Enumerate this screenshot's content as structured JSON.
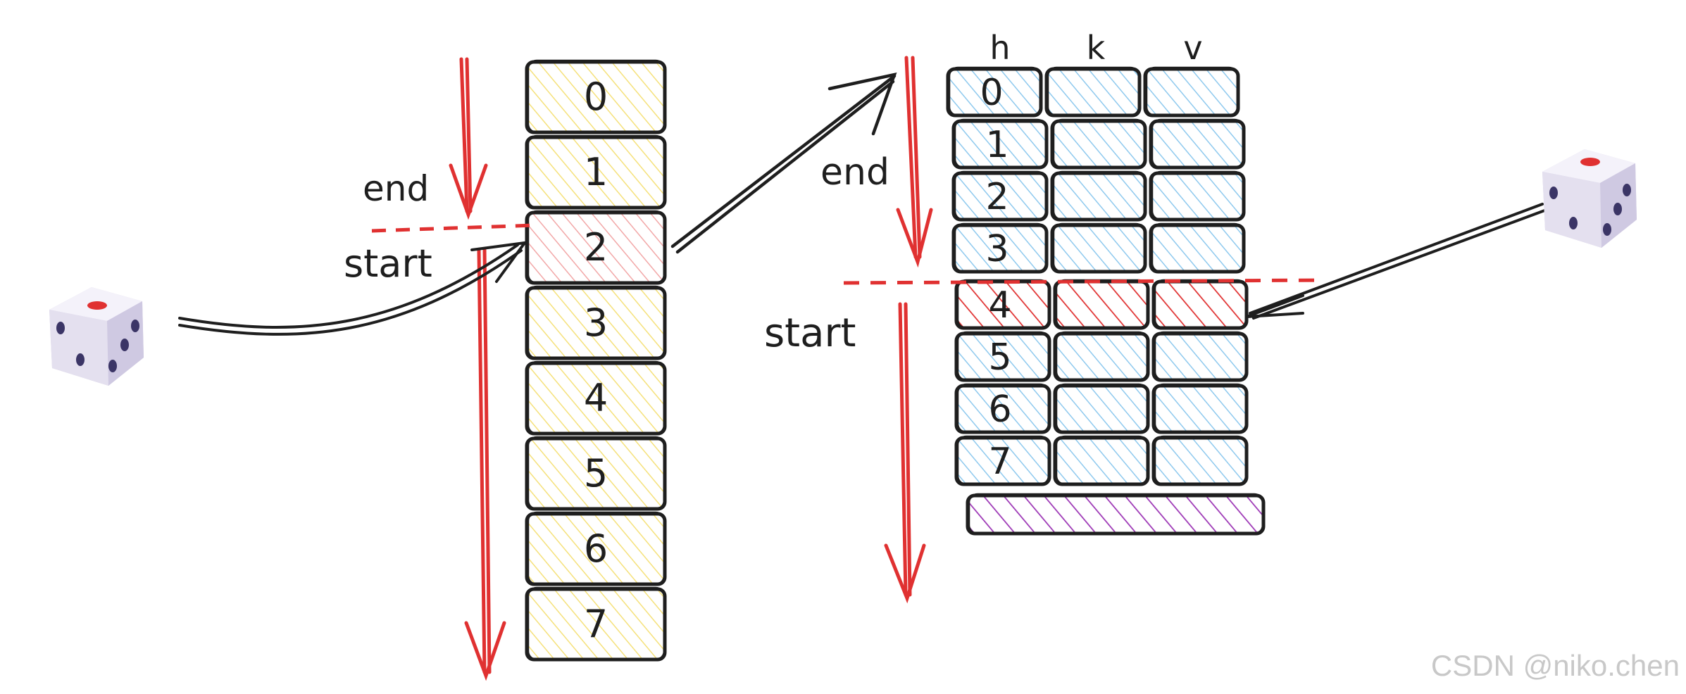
{
  "left_table": {
    "labels": [
      "0",
      "1",
      "2",
      "3",
      "4",
      "5",
      "6",
      "7"
    ],
    "highlight_index": 2,
    "fill_color": "#f5e17a",
    "highlight_color": "#f2a7a7",
    "end_label": "end",
    "start_label": "start"
  },
  "right_table": {
    "headers": [
      "h",
      "k",
      "v"
    ],
    "labels": [
      "0",
      "1",
      "2",
      "3",
      "4",
      "5",
      "6",
      "7"
    ],
    "highlight_index": 4,
    "fill_color": "#8ec9ee",
    "highlight_color": "#e03131",
    "footer_color": "#9c36b5",
    "end_label": "end",
    "start_label": "start"
  },
  "dice": {
    "icon": "dice-icon",
    "pip_color": "#3b3566",
    "center_pip_color": "#e03131",
    "face_color": "#e9e6f2"
  },
  "colors": {
    "stroke": "#1e1e1e",
    "red": "#e03131"
  },
  "watermark": "CSDN @niko.chen"
}
